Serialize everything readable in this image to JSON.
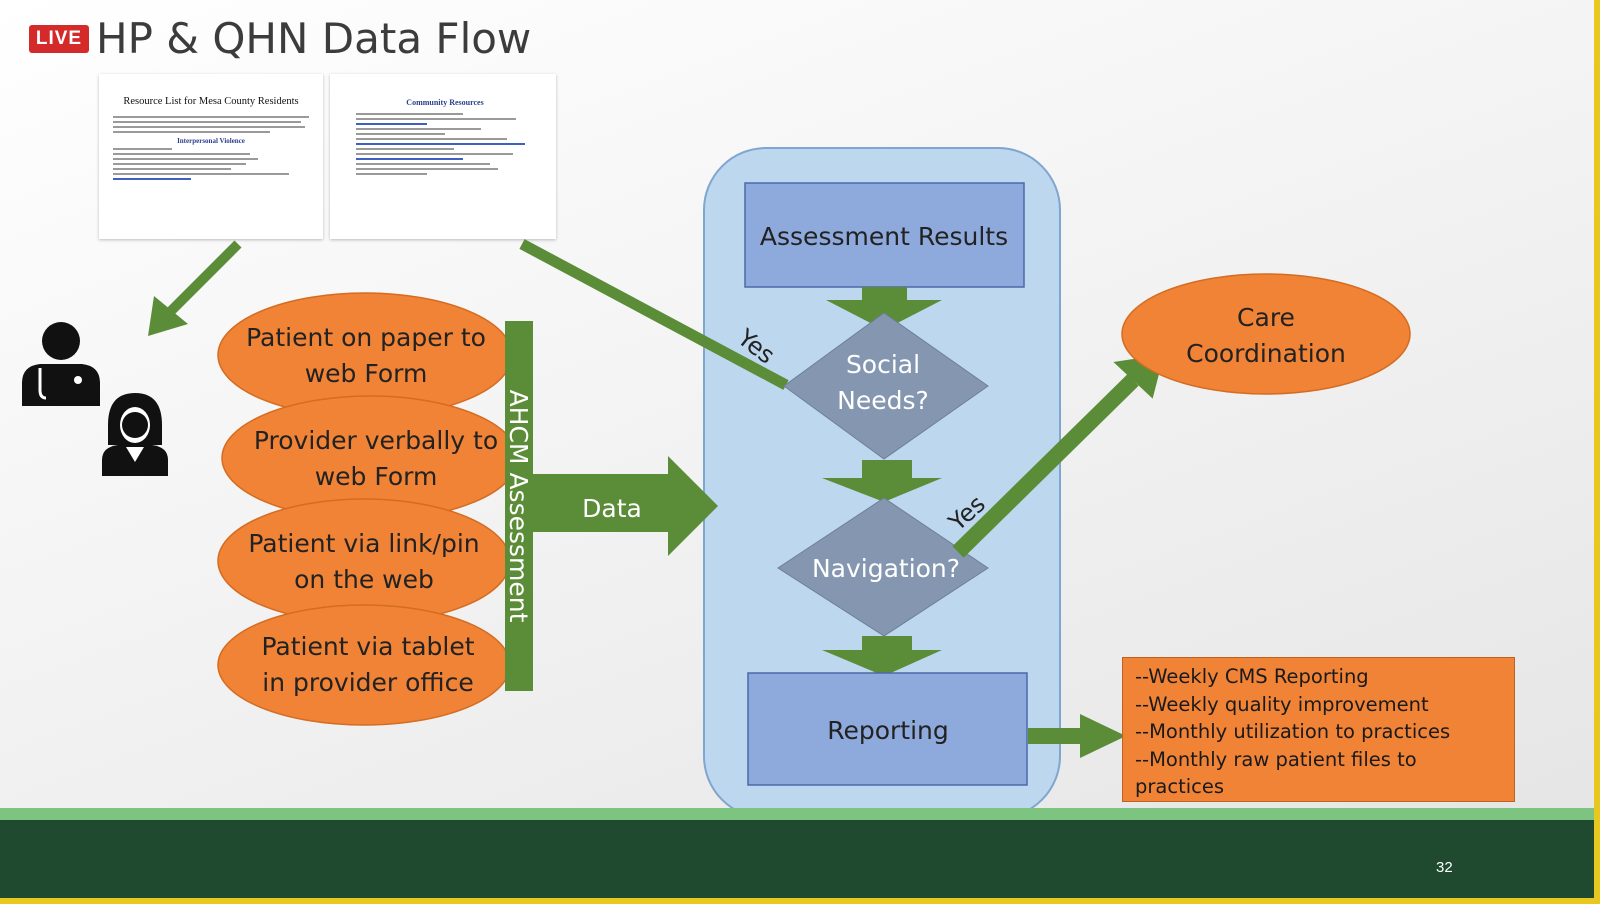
{
  "header": {
    "live_badge": "LIVE",
    "title": "HP & QHN Data Flow"
  },
  "documents": {
    "left_title": "Resource List for Mesa County Residents",
    "left_section": "Interpersonal Violence",
    "right_title": "Community Resources"
  },
  "intake_methods": [
    {
      "line1": "Patient on paper to",
      "line2": "web Form"
    },
    {
      "line1": "Provider verbally to",
      "line2": "web Form"
    },
    {
      "line1": "Patient via link/pin",
      "line2": "on the web"
    },
    {
      "line1": "Patient via tablet",
      "line2": "in provider office"
    }
  ],
  "assessment_bar": "AHCM Assessment",
  "data_arrow": "Data",
  "flow": {
    "assessment_results": "Assessment Results",
    "social_needs_line1": "Social",
    "social_needs_line2": "Needs?",
    "navigation": "Navigation?",
    "reporting": "Reporting",
    "yes_label_1": "Yes",
    "yes_label_2": "Yes"
  },
  "care_coordination": {
    "line1": "Care",
    "line2": "Coordination"
  },
  "report_items": [
    "--Weekly CMS Reporting",
    "--Weekly quality improvement",
    "--Monthly utilization to practices",
    "--Monthly raw patient files to",
    "practices"
  ],
  "footer": {
    "page_number": "32"
  },
  "colors": {
    "orange": "#f08336",
    "green_arrow": "#5b8c37",
    "blue_box": "#8eaadc",
    "diamond": "#8597b0",
    "container": "#bdd7ee",
    "footer_band": "#1f4a2f",
    "live_red": "#d42a2a"
  }
}
